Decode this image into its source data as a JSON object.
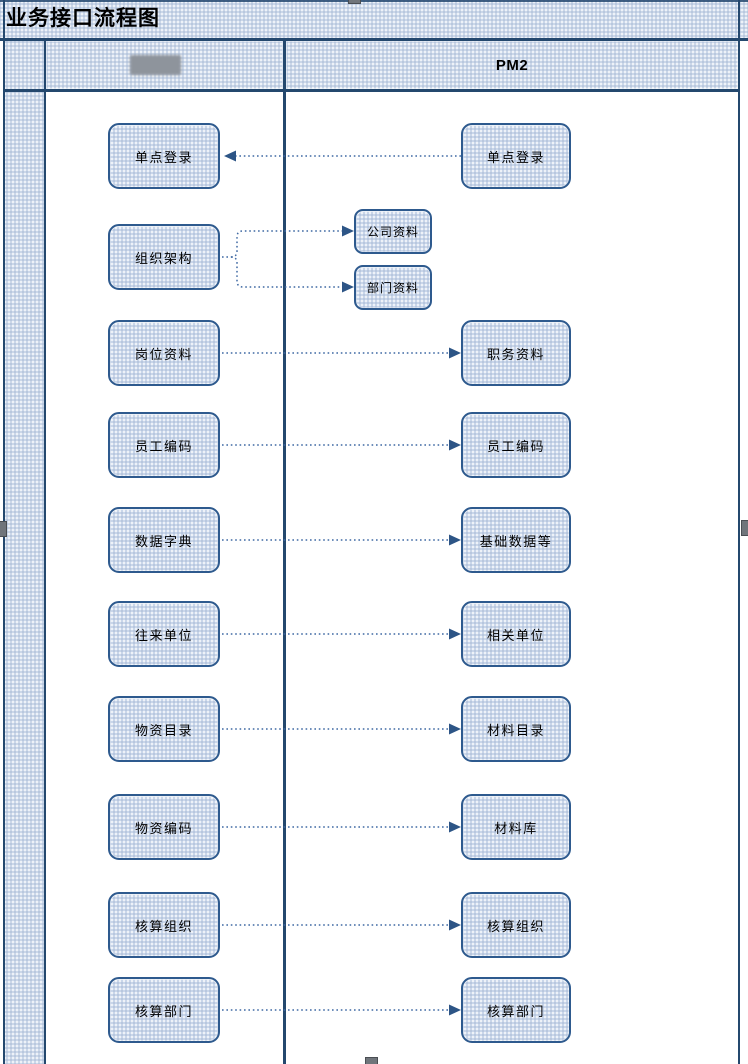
{
  "header": {
    "title": "业务接口流程图"
  },
  "lanes": {
    "left": {
      "label": "",
      "redacted": true
    },
    "right": {
      "label": "PM2"
    }
  },
  "flow": {
    "left_nodes": [
      "单点登录",
      "组织架构",
      "岗位资料",
      "员工编码",
      "数据字典",
      "往来单位",
      "物资目录",
      "物资编码",
      "核算组织",
      "核算部门"
    ],
    "right_nodes": [
      "单点登录",
      "职务资料",
      "员工编码",
      "基础数据等",
      "相关单位",
      "材料目录",
      "材料库",
      "核算组织",
      "核算部门"
    ],
    "branch_nodes": [
      "公司资料",
      "部门资料"
    ],
    "connectors": [
      {
        "from": "right:单点登录",
        "to": "left:单点登录",
        "style": "dotted-arrow"
      },
      {
        "from": "left:组织架构",
        "to": "branch:公司资料",
        "style": "dotted-arrow"
      },
      {
        "from": "left:组织架构",
        "to": "branch:部门资料",
        "style": "dotted-arrow"
      },
      {
        "from": "left:岗位资料",
        "to": "right:职务资料",
        "style": "dotted-arrow"
      },
      {
        "from": "left:员工编码",
        "to": "right:员工编码",
        "style": "dotted-arrow"
      },
      {
        "from": "left:数据字典",
        "to": "right:基础数据等",
        "style": "dotted-arrow"
      },
      {
        "from": "left:往来单位",
        "to": "right:相关单位",
        "style": "dotted-arrow"
      },
      {
        "from": "left:物资目录",
        "to": "right:材料目录",
        "style": "dotted-arrow"
      },
      {
        "from": "left:物资编码",
        "to": "right:材料库",
        "style": "dotted-arrow"
      },
      {
        "from": "left:核算组织",
        "to": "right:核算组织",
        "style": "dotted-arrow"
      },
      {
        "from": "left:核算部门",
        "to": "right:核算部门",
        "style": "dotted-arrow"
      }
    ]
  },
  "colors": {
    "frame": "#24486e",
    "node_border": "#2e5a8e",
    "node_fill": "#c9d6ea",
    "band_fill": "#cbd7e9",
    "arrow": "#3f69a3",
    "handle": "#70757b",
    "redacted_chip": "#8e949c",
    "lane_body": "#ffffff",
    "text": "#000000"
  }
}
